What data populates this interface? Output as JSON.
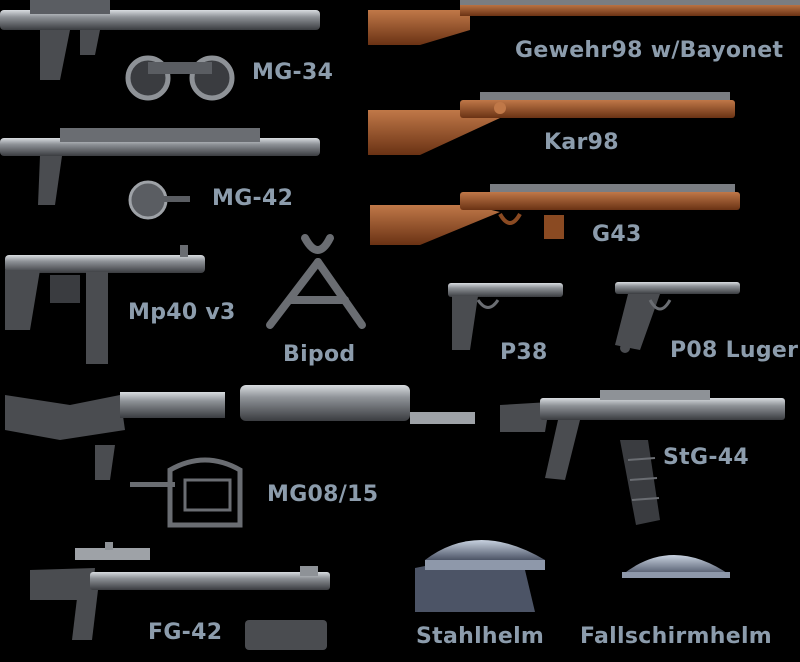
{
  "labels": {
    "mg34": "MG-34",
    "mg42": "MG-42",
    "mp40": "Mp40 v3",
    "bipod": "Bipod",
    "gewehr98": "Gewehr98 w/Bayonet",
    "kar98": "Kar98",
    "g43": "G43",
    "p38": "P38",
    "p08": "P08 Luger",
    "mg0815": "MG08/15",
    "stg44": "StG-44",
    "fg42": "FG-42",
    "stahlhelm": "Stahlhelm",
    "fallschirmhelm": "Fallschirmhelm"
  },
  "colors": {
    "background": "#000000",
    "label": "#8c9cac",
    "metal": "#4a4c50",
    "metal_light": "#b0b4ba",
    "wood": "#8a4a22",
    "helmet": "#6e7a8e"
  }
}
